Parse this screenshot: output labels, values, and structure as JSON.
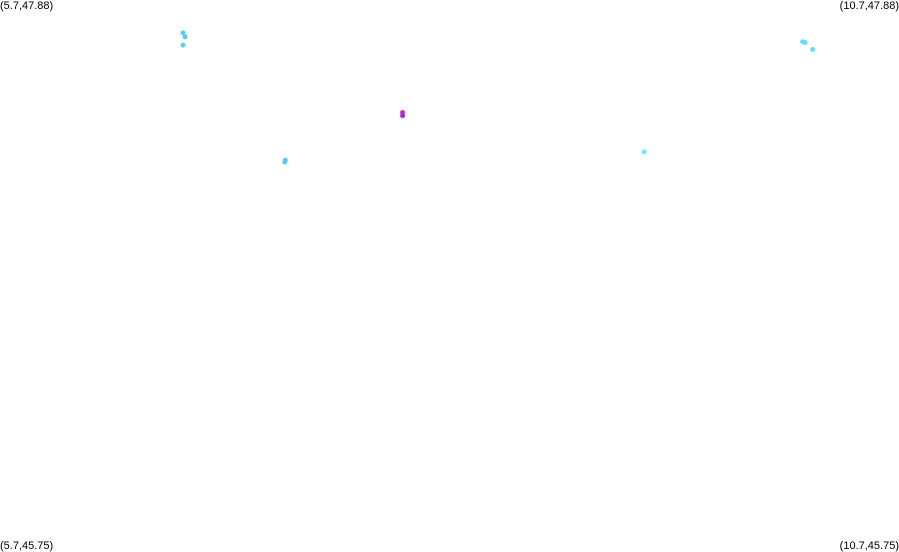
{
  "corners": {
    "top_left": "(5.7,47.88)",
    "top_right": "(10.7,47.88)",
    "bottom_left": "(5.7,45.75)",
    "bottom_right": "(10.7,45.75)"
  },
  "chart_data": {
    "type": "scatter",
    "xlim": [
      5.7,
      10.7
    ],
    "ylim": [
      45.75,
      47.88
    ],
    "points": [
      {
        "x": 6.718,
        "y": 47.753,
        "color": "#55ccf0"
      },
      {
        "x": 6.729,
        "y": 47.738,
        "color": "#55ccf0"
      },
      {
        "x": 6.718,
        "y": 47.706,
        "color": "#55ccf0"
      },
      {
        "x": 7.939,
        "y": 47.446,
        "color": "#ee22aa"
      },
      {
        "x": 7.939,
        "y": 47.434,
        "color": "#8833ee"
      },
      {
        "x": 7.287,
        "y": 47.262,
        "color": "#55ccf0"
      },
      {
        "x": 7.284,
        "y": 47.255,
        "color": "#55ccf0"
      },
      {
        "x": 9.283,
        "y": 47.294,
        "color": "#66eeff"
      },
      {
        "x": 10.164,
        "y": 47.719,
        "color": "#66ddff"
      },
      {
        "x": 10.178,
        "y": 47.716,
        "color": "#66ddff"
      },
      {
        "x": 10.22,
        "y": 47.689,
        "color": "#66ddff"
      }
    ]
  }
}
